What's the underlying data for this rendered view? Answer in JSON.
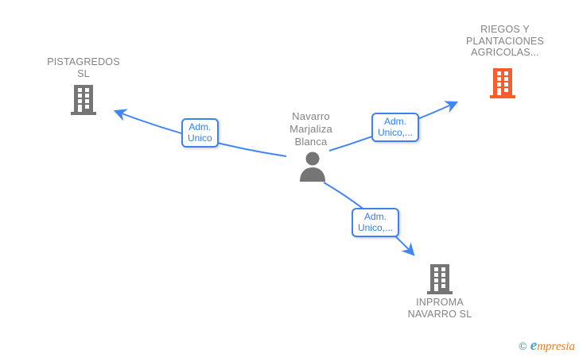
{
  "diagram": {
    "person": {
      "name": "Navarro Marjaliza Blanca",
      "lines": [
        "Navarro",
        "Marjaliza",
        "Blanca"
      ]
    },
    "companies": {
      "top_left": {
        "name": "PISTAGREDOS SL",
        "lines": [
          "PISTAGREDOS",
          "SL"
        ]
      },
      "top_right": {
        "name": "RIEGOS Y PLANTACIONES AGRICOLAS...",
        "lines": [
          "RIEGOS Y",
          "PLANTACIONES",
          "AGRICOLAS..."
        ]
      },
      "bottom_right": {
        "name": "INPROMA NAVARRO SL",
        "lines": [
          "INPROMA",
          "NAVARRO SL"
        ]
      }
    },
    "edges": {
      "to_top_left": {
        "label_lines": [
          "Adm.",
          "Unico"
        ]
      },
      "to_top_right": {
        "label_lines": [
          "Adm.",
          "Unico,..."
        ]
      },
      "to_bottom_right": {
        "label_lines": [
          "Adm.",
          "Unico,..."
        ]
      }
    }
  },
  "watermark": {
    "copyright": "©",
    "brand_initial": "e",
    "brand_rest": "mpresia"
  },
  "colors": {
    "edge_blue": "#4186f5",
    "label_border_blue": "#3c82f0",
    "label_text_blue": "#2e7ff0",
    "node_icon_gray": "#757575",
    "node_text_gray": "#828282",
    "highlight_company_orange": "#fa5c2e",
    "logo_copyright_teal": "#2e7f90",
    "logo_e_light_blue": "#3fa9cc",
    "logo_rest_orange": "#ef7d1f",
    "background": "#ffffff"
  }
}
